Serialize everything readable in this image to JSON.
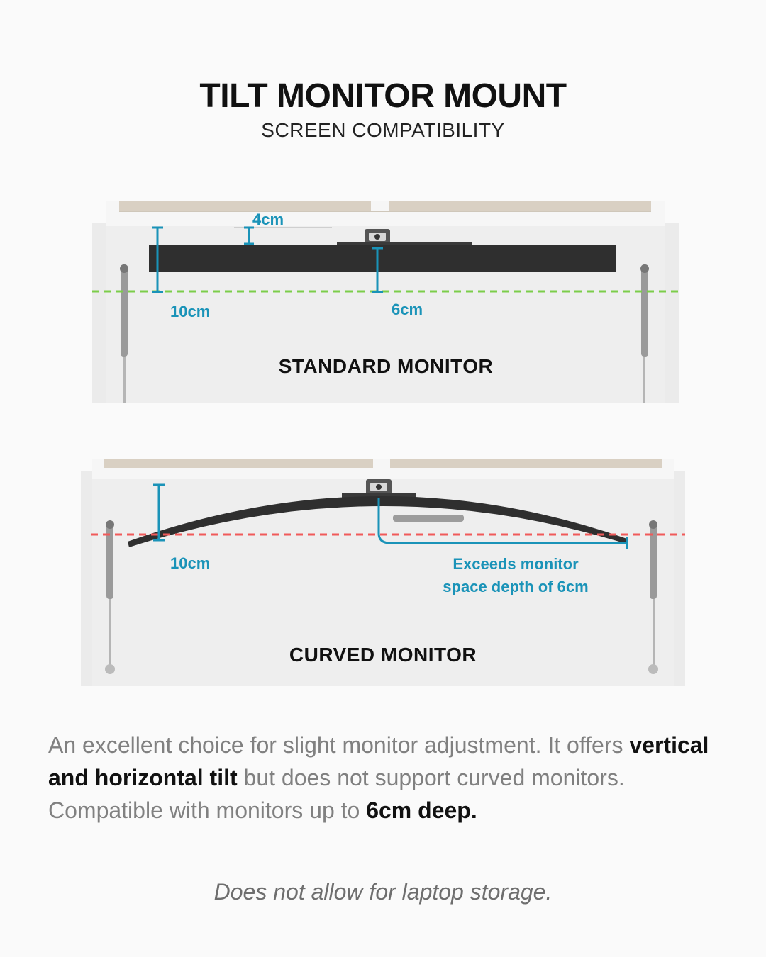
{
  "header": {
    "title": "TILT MONITOR MOUNT",
    "subtitle": "SCREEN COMPATIBILITY"
  },
  "standard": {
    "label": "STANDARD MONITOR",
    "dim_gap": "4cm",
    "dim_left": "10cm",
    "dim_center": "6cm"
  },
  "curved": {
    "label": "CURVED MONITOR",
    "dim_left": "10cm",
    "note_line1": "Exceeds monitor",
    "note_line2": "space depth of 6cm"
  },
  "description": {
    "part1": "An excellent choice for slight monitor adjustment. It offers ",
    "bold1": "vertical and horizontal tilt",
    "part2": " but does not support curved monitors. Compatible with monitors up to ",
    "bold2": "6cm deep."
  },
  "footnote": "Does not allow for laptop storage.",
  "colors": {
    "accent": "#1a93b8",
    "ok_line": "#7ccd4a",
    "fail_line": "#f05a5a",
    "monitor": "#2f2f2f",
    "shelf_wood": "#d9d0c3"
  }
}
